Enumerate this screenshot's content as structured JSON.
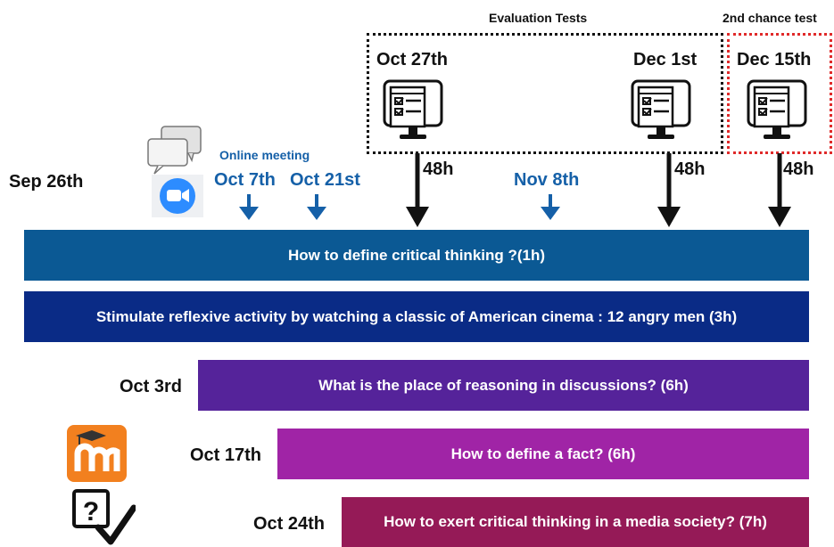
{
  "evaluation": {
    "group_title": "Evaluation Tests",
    "second_chance_title": "2nd chance test",
    "tests": [
      {
        "date": "Oct 27th",
        "prep": "48h"
      },
      {
        "date": "Dec 1st",
        "prep": "48h"
      },
      {
        "date": "Dec 15th",
        "prep": "48h"
      }
    ]
  },
  "meetings": {
    "title": "Online meeting",
    "dates": [
      "Oct 7th",
      "Oct 21st",
      "Nov 8th"
    ]
  },
  "start_date": "Sep 26th",
  "sessions": [
    {
      "label": "How to define critical thinking ?(1h)",
      "start": "",
      "color": "#0b5994"
    },
    {
      "label": "Stimulate reflexive activity by watching a classic of American cinema : 12 angry men (3h)",
      "start": "",
      "color": "#0a2b86"
    },
    {
      "label": "What is the place of reasoning in discussions? (6h)",
      "start": "Oct 3rd",
      "color": "#55239a"
    },
    {
      "label": "How to define a fact? (6h)",
      "start": "Oct 17th",
      "color": "#a024a6"
    },
    {
      "label": "How to exert critical thinking in a media society? (7h)",
      "start": "Oct 24th",
      "color": "#951a57"
    }
  ],
  "colors": {
    "meeting_blue": "#1560a8",
    "dashed_black": "#111111",
    "dashed_red": "#e02a2a",
    "moodle_orange": "#f2801f",
    "zoom_blue": "#2d8cff"
  },
  "icons": [
    "chat-bubbles-icon",
    "zoom-icon",
    "moodle-icon",
    "quiz-checkmark-icon",
    "computer-test-icon"
  ]
}
